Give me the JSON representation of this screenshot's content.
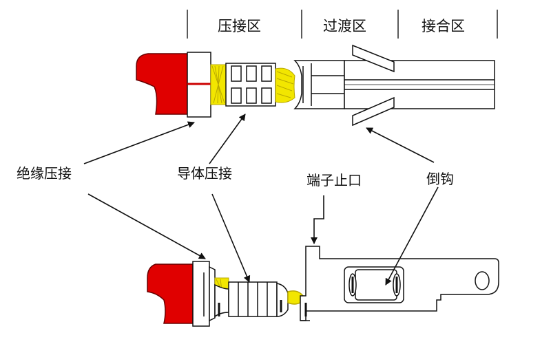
{
  "zones": {
    "crimp": "压接区",
    "transition": "过渡区",
    "mating": "接合区"
  },
  "callouts": {
    "insulation_crimp": "绝缘压接",
    "conductor_crimp": "导体压接",
    "terminal_stop": "端子止口",
    "barb": "倒钩"
  },
  "colors": {
    "insulation": "#e00000",
    "wire_strands": "#f2e600",
    "outline": "#111111",
    "metal": "#ffffff"
  }
}
